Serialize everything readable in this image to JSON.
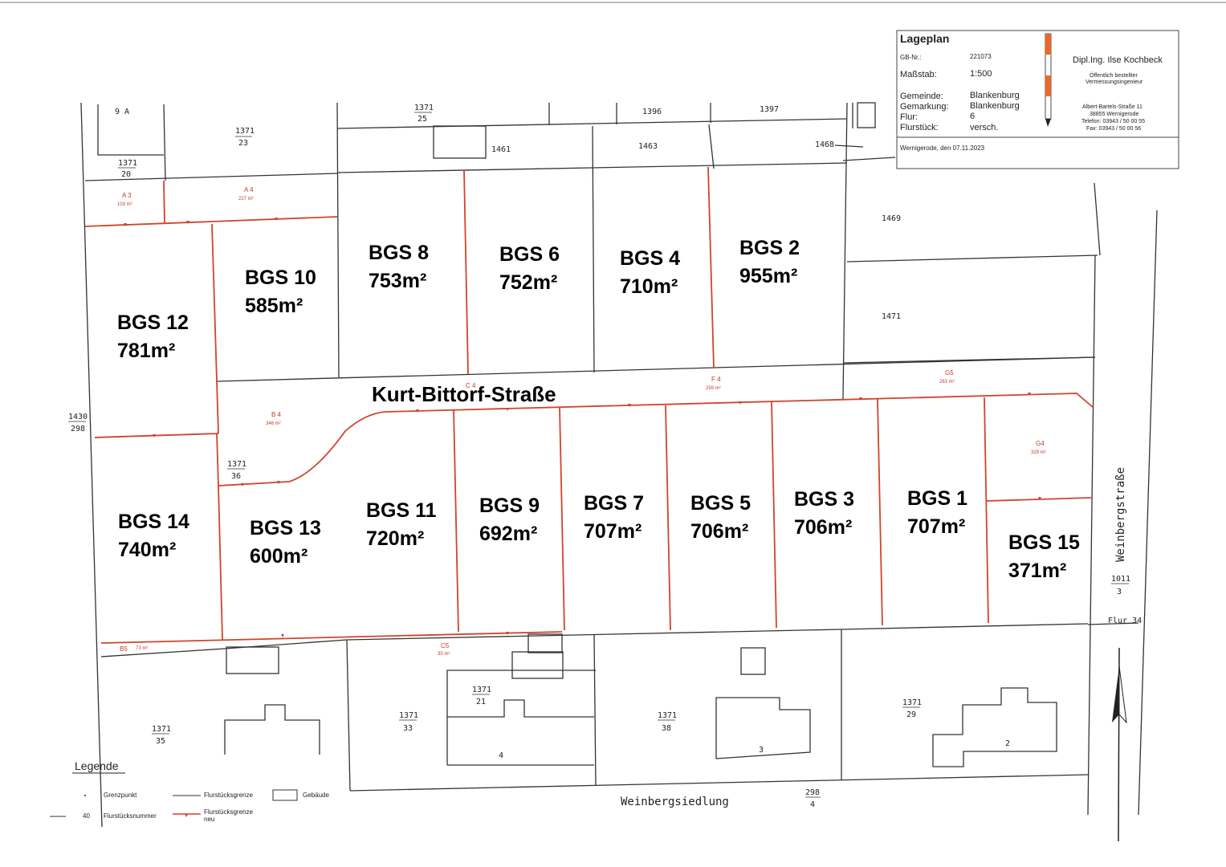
{
  "title_block": {
    "title": "Lageplan",
    "gb_label": "GB-Nr.:",
    "gb_value": "221073",
    "massstab_label": "Maßstab:",
    "massstab_value": "1:500",
    "gemeinde_label": "Gemeinde:",
    "gemeinde_value": "Blankenburg",
    "gemarkung_label": "Gemarkung:",
    "gemarkung_value": "Blankenburg",
    "flur_label": "Flur:",
    "flur_value": "6",
    "flurstueck_label": "Flurstück:",
    "flurstueck_value": "versch.",
    "date_line": "Wernigerode, den 07.11.2023",
    "engineer_name": "Dipl.Ing. Ilse Kochbeck",
    "engineer_title_1": "Öffentlich bestellter",
    "engineer_title_2": "Vermessungsingenieur",
    "address_1": "Albert-Bartels-Straße 11",
    "address_2": "38855 Wernigerode",
    "phone": "Telefon: 03943 / 50 00 55",
    "fax": "Fax: 03943 / 50 00 56"
  },
  "plots": [
    {
      "name": "BGS 12",
      "area": "781m²"
    },
    {
      "name": "BGS 10",
      "area": "585m²"
    },
    {
      "name": "BGS 8",
      "area": "753m²"
    },
    {
      "name": "BGS 6",
      "area": "752m²"
    },
    {
      "name": "BGS 4",
      "area": "710m²"
    },
    {
      "name": "BGS 2",
      "area": "955m²"
    },
    {
      "name": "BGS 14",
      "area": "740m²"
    },
    {
      "name": "BGS 13",
      "area": "600m²"
    },
    {
      "name": "BGS 11",
      "area": "720m²"
    },
    {
      "name": "BGS 9",
      "area": "692m²"
    },
    {
      "name": "BGS 7",
      "area": "707m²"
    },
    {
      "name": "BGS 5",
      "area": "706m²"
    },
    {
      "name": "BGS 3",
      "area": "706m²"
    },
    {
      "name": "BGS 1",
      "area": "707m²"
    },
    {
      "name": "BGS 15",
      "area": "371m²"
    }
  ],
  "streets": {
    "main": "Kurt-Bittorf-Straße",
    "east": "Weinbergstraße",
    "south": "Weinbergsiedlung"
  },
  "parcels": {
    "p9a": "9 A",
    "p1371_23": [
      "1371",
      "23"
    ],
    "p1371_20": [
      "1371",
      "20"
    ],
    "p1371_25": [
      "1371",
      "25"
    ],
    "p1461": "1461",
    "p1396": "1396",
    "p1397": "1397",
    "p1463": "1463",
    "p1468": "1468",
    "p1469": "1469",
    "p1471": "1471",
    "p1430_298": [
      "1430",
      "298"
    ],
    "p1371_36": [
      "1371",
      "36"
    ],
    "p1011_3": [
      "1011",
      "3"
    ],
    "flur34": "Flur 34",
    "p1371_21": [
      "1371",
      "21"
    ],
    "p1371_33": [
      "1371",
      "33"
    ],
    "p1371_38": [
      "1371",
      "38"
    ],
    "p1371_29": [
      "1371",
      "29"
    ],
    "p1371_35": [
      "1371",
      "35"
    ],
    "p298_4": [
      "298",
      "4"
    ],
    "house_4": "4",
    "house_3": "3",
    "house_2": "2"
  },
  "red_areas": {
    "a3": {
      "name": "A 3",
      "area": "103 m²"
    },
    "a4": {
      "name": "A 4",
      "area": "227 m²"
    },
    "b4": {
      "name": "B 4",
      "area": "346 m²"
    },
    "c4": {
      "name": "C 4"
    },
    "f4": {
      "name": "F 4",
      "area": "259 m²"
    },
    "g5": {
      "name": "G5",
      "area": "263 m²"
    },
    "g4": {
      "name": "G4",
      "area": "329 m²"
    },
    "b5": {
      "name": "B5",
      "area": "73 m²"
    },
    "c5": {
      "name": "C5",
      "area": "30 m²"
    }
  },
  "legend": {
    "title": "Legende",
    "grenzpunkt": "Grenzpunkt",
    "flurstuecksgrenze": "Flurstücksgrenze",
    "gebaeude": "Gebäude",
    "nummer_sample": "40",
    "flurstuecksnummer": "Flurstücksnummer",
    "grenze_neu_1": "Flurstücksgrenze",
    "grenze_neu_2": "neu"
  },
  "colors": {
    "new_boundary": "#d0442c",
    "boundary": "#333333",
    "scale_bar_orange": "#e8692a"
  },
  "icons": [
    "north-arrow-icon",
    "scale-bar-icon"
  ]
}
